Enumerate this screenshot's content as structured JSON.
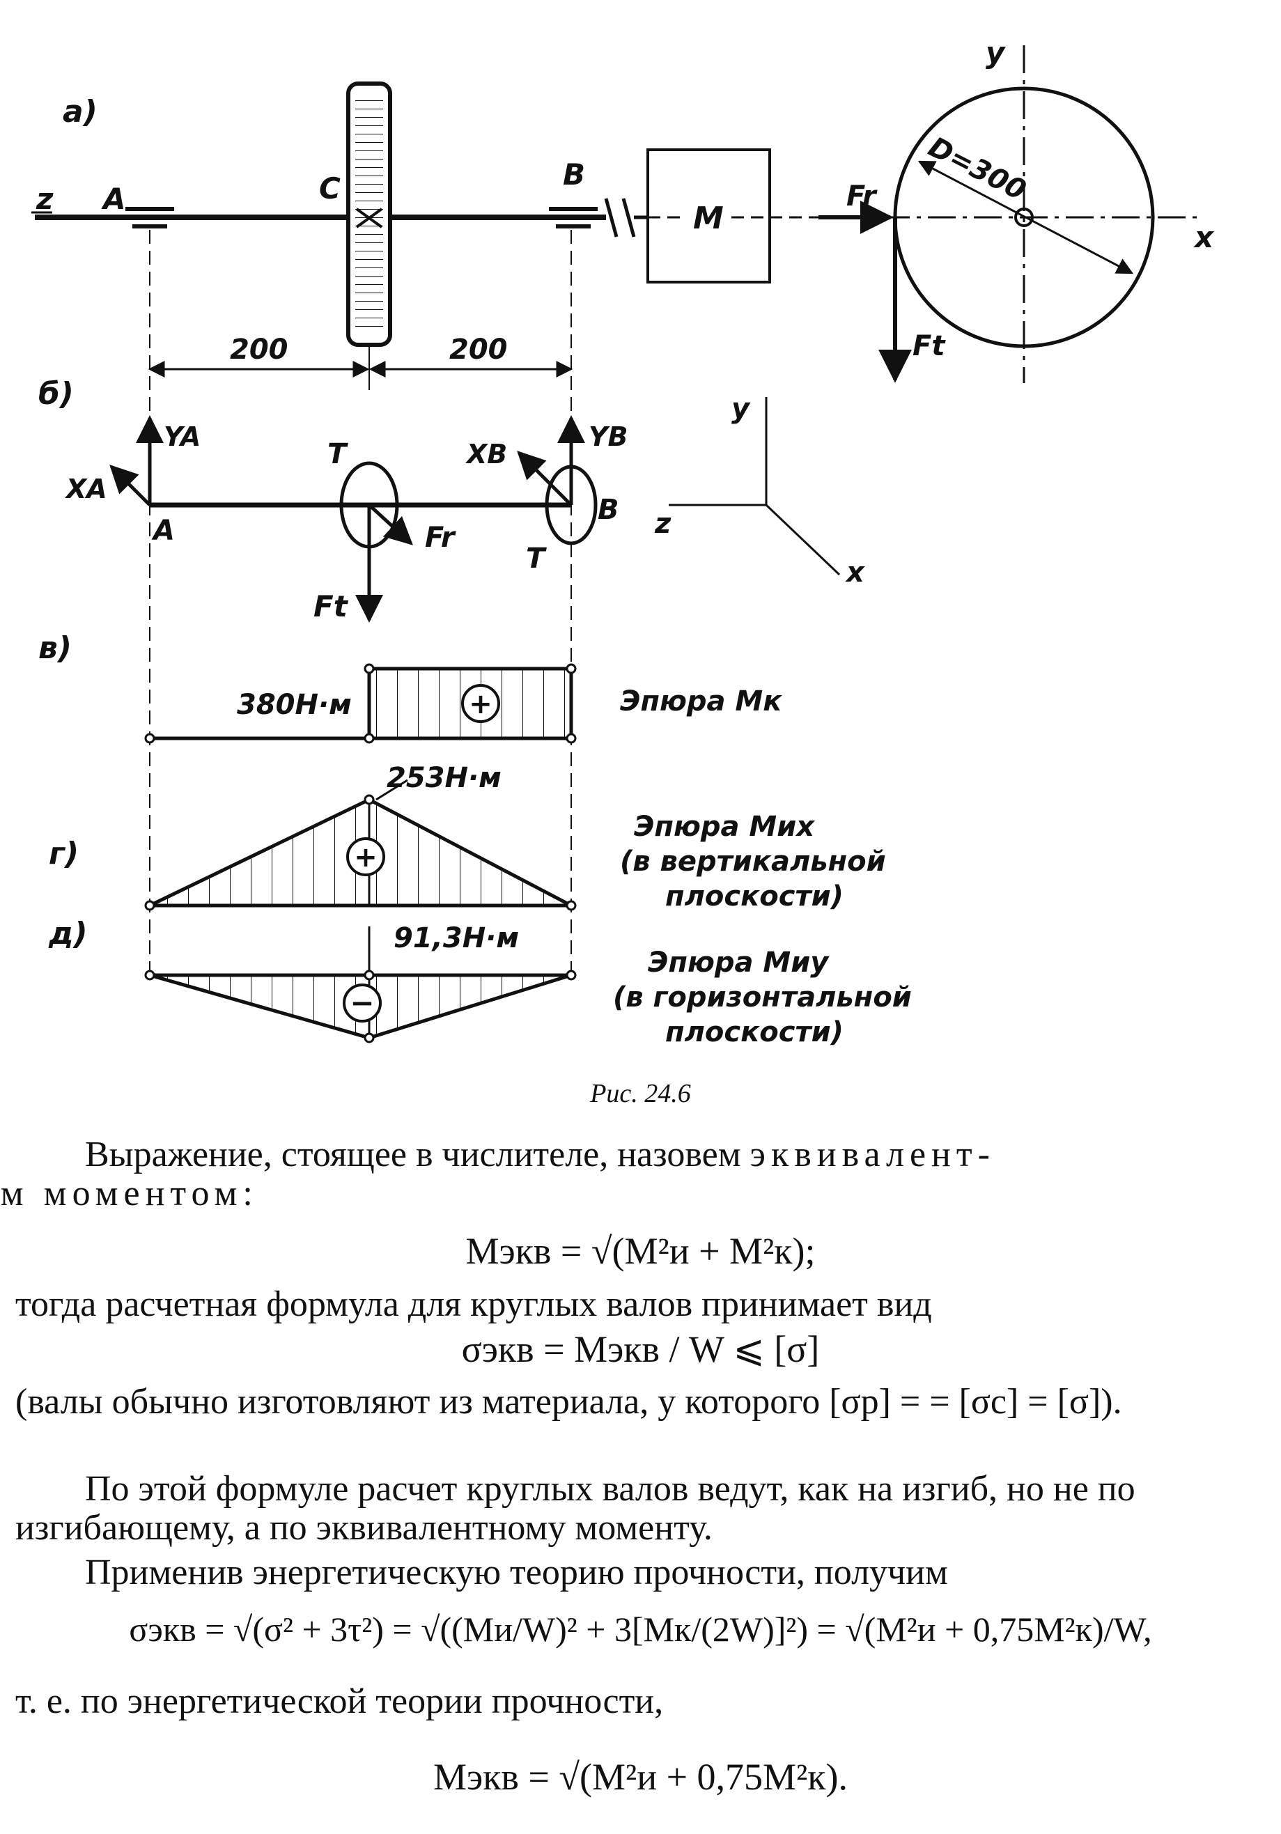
{
  "figure": {
    "label_a": "а)",
    "label_b": "б)",
    "label_v": "в)",
    "label_g": "г)",
    "label_d": "д)",
    "axis_z": "z",
    "axis_x": "x",
    "axis_y": "y",
    "point_A": "A",
    "point_B": "B",
    "point_C": "C",
    "motor": "M",
    "diameter": "D=300",
    "dim_left": "200",
    "dim_right": "200",
    "force_Fr": "Fr",
    "force_Ft": "Ft",
    "YA": "YA",
    "XA": "XA",
    "YB": "YB",
    "XB": "XB",
    "torque": "T",
    "mk_value": "380Н·м",
    "mk_title": "Эпюра Mк",
    "mix_value": "253Н·м",
    "mix_title_1": "Эпюра Mиx",
    "mix_title_2": "(в вертикальной",
    "mix_title_3": "плоскости)",
    "miy_value": "91,3Н·м",
    "miy_title_1": "Эпюра Mиy",
    "miy_title_2": "(в горизонтальной",
    "miy_title_3": "плоскости)",
    "plus": "+",
    "minus": "−"
  },
  "caption": "Рис. 24.6",
  "text": {
    "p1_line1": "Выражение, стоящее в числителе, назовем",
    "p1_emph1": "эквивалент-",
    "p1_emph2": "ным моментом",
    "p1_colon": ":",
    "f1": "Mэкв = √(M²и + M²к);",
    "p2": "тогда расчетная формула для круглых валов принимает вид",
    "f2": "σэкв = Mэкв / W ⩽ [σ]",
    "p3": "(валы обычно изготовляют из материала, у которого [σр] = = [σс] = [σ]).",
    "p4": "По этой формуле расчет круглых валов ведут, как на изгиб, но не по изгибающему, а по эквивалентному моменту.",
    "p5": "Применив энергетическую теорию прочности, получим",
    "f3": "σэкв = √(σ² + 3τ²) = √((Mи/W)² + 3[Mк/(2W)]²) = √(M²и + 0,75M²к)/W,",
    "p6": "т. е. по энергетической теории прочности,",
    "f4": "Mэкв = √(M²и + 0,75M²к)."
  }
}
